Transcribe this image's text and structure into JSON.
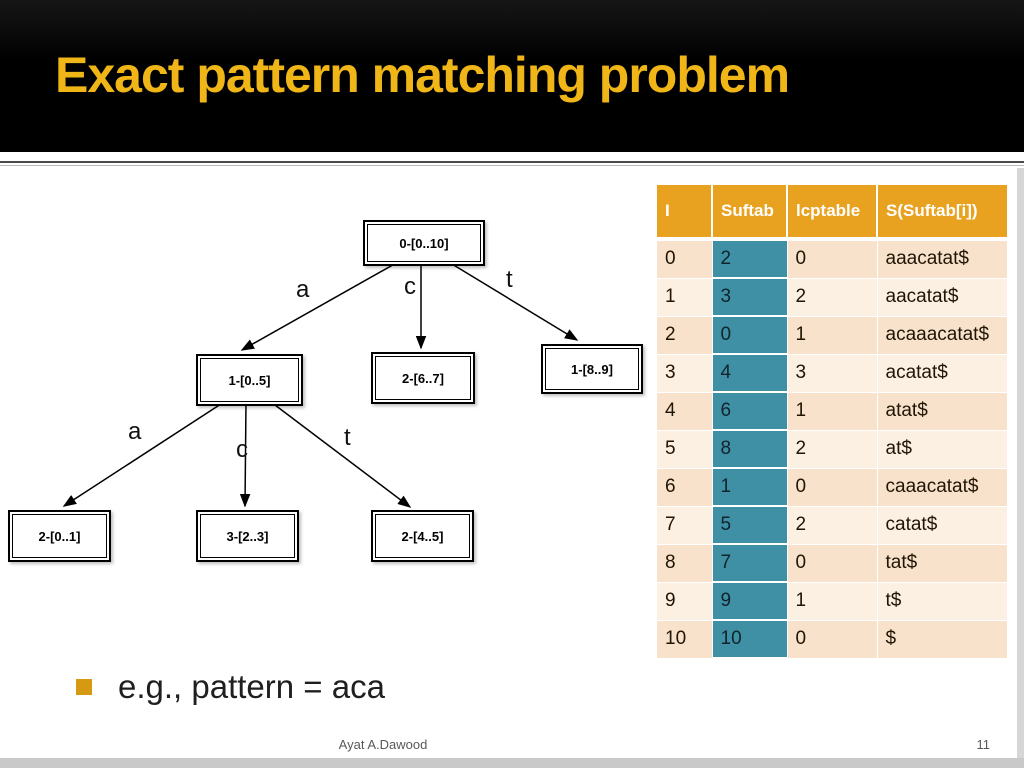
{
  "slide": {
    "title": "Exact pattern matching problem",
    "bullet": "e.g., pattern = aca",
    "footer": {
      "author": "Ayat A.Dawood",
      "page_number": "11"
    }
  },
  "tree": {
    "nodes": [
      "0-[0..10]",
      "1-[0..5]",
      "2-[6..7]",
      "1-[8..9]",
      "2-[0..1]",
      "3-[2..3]",
      "2-[4..5]"
    ],
    "edges": [
      {
        "from": "0-[0..10]",
        "to": "1-[0..5]",
        "label": "a"
      },
      {
        "from": "0-[0..10]",
        "to": "2-[6..7]",
        "label": "c"
      },
      {
        "from": "0-[0..10]",
        "to": "1-[8..9]",
        "label": "t"
      },
      {
        "from": "1-[0..5]",
        "to": "2-[0..1]",
        "label": "a"
      },
      {
        "from": "1-[0..5]",
        "to": "3-[2..3]",
        "label": "c"
      },
      {
        "from": "1-[0..5]",
        "to": "2-[4..5]",
        "label": "t"
      }
    ]
  },
  "table": {
    "headers": [
      "I",
      "Suftab",
      "lcptable",
      "S(Suftab[i])"
    ],
    "rows": [
      [
        "0",
        "2",
        "0",
        "aaacatat$"
      ],
      [
        "1",
        "3",
        "2",
        "aacatat$"
      ],
      [
        "2",
        "0",
        "1",
        "acaaacatat$"
      ],
      [
        "3",
        "4",
        "3",
        "acatat$"
      ],
      [
        "4",
        "6",
        "1",
        "atat$"
      ],
      [
        "5",
        "8",
        "2",
        "at$"
      ],
      [
        "6",
        "1",
        "0",
        "caaacatat$"
      ],
      [
        "7",
        "5",
        "2",
        "catat$"
      ],
      [
        "8",
        "7",
        "0",
        "tat$"
      ],
      [
        "9",
        "9",
        "1",
        "t$"
      ],
      [
        "10",
        "10",
        "0",
        "$"
      ]
    ]
  },
  "colors": {
    "title_gold": "#F0B517",
    "table_header_bg": "#E9A21F",
    "suftab_bg": "#3F8FA5",
    "row_light": "#FCF0E2",
    "row_dark": "#F8E2CB",
    "bullet_square": "#D69A12"
  }
}
